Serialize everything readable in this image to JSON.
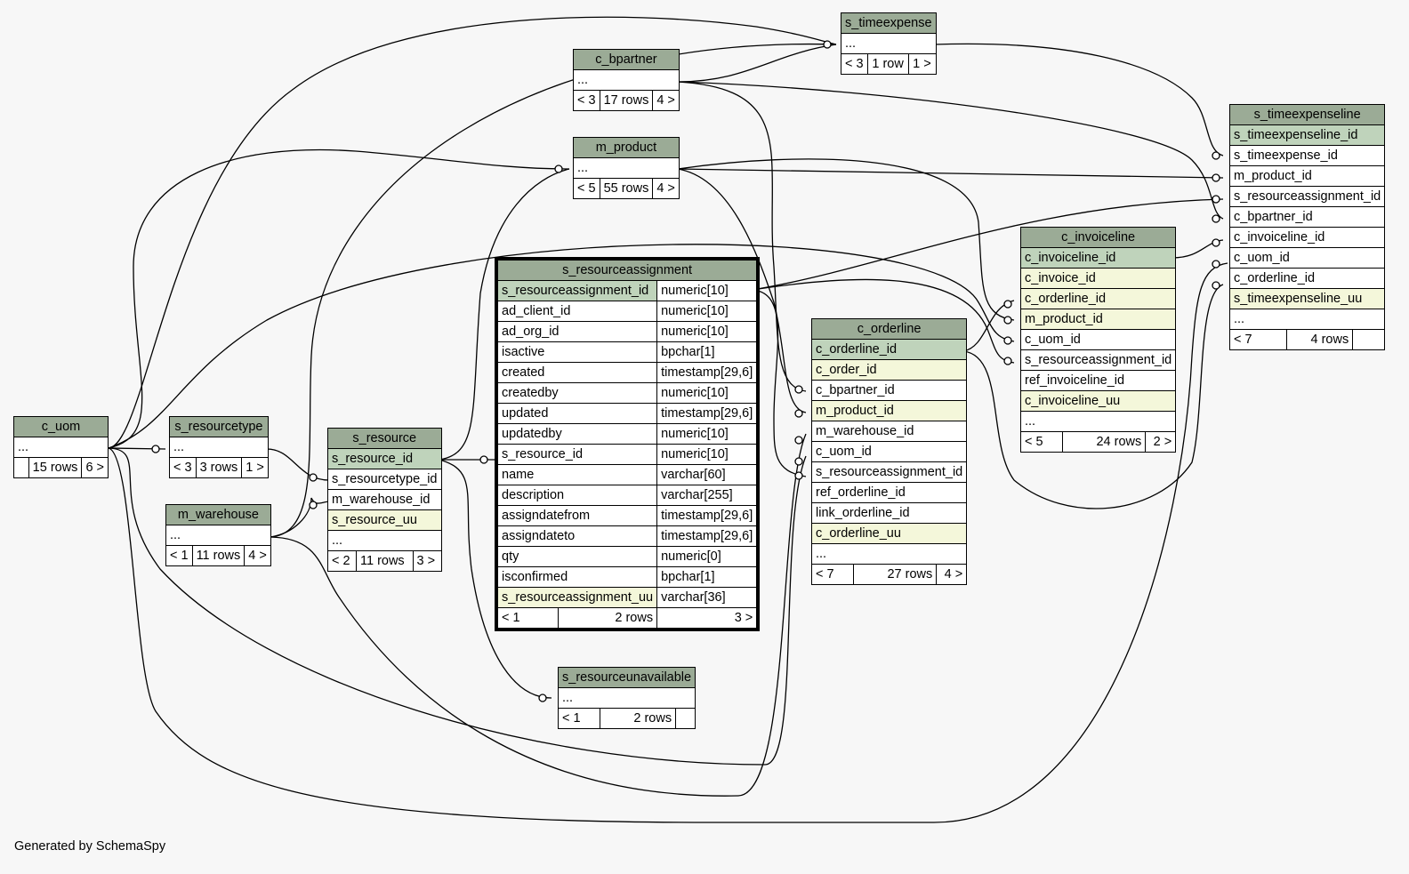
{
  "footer": "Generated by SchemaSpy",
  "tables": {
    "c_uom": {
      "name": "c_uom",
      "cells": [
        "...",
        "",
        "15 rows",
        "6 >"
      ]
    },
    "s_resourcetype": {
      "name": "s_resourcetype",
      "cells": [
        "...",
        "< 3",
        "3 rows",
        "1 >"
      ]
    },
    "m_warehouse": {
      "name": "m_warehouse",
      "cells": [
        "...",
        "< 1",
        "11 rows",
        "4 >"
      ]
    },
    "s_resource": {
      "name": "s_resource",
      "rows": [
        "s_resource_id",
        "s_resourcetype_id",
        "m_warehouse_id",
        "s_resource_uu",
        "..."
      ],
      "footer": [
        "< 2",
        "11 rows",
        "3 >"
      ]
    },
    "c_bpartner": {
      "name": "c_bpartner",
      "cells": [
        "...",
        "< 3",
        "17 rows",
        "4 >"
      ]
    },
    "m_product": {
      "name": "m_product",
      "cells": [
        "...",
        "< 5",
        "55 rows",
        "4 >"
      ]
    },
    "s_timeexpense": {
      "name": "s_timeexpense",
      "cells": [
        "...",
        "< 3",
        "1 row",
        "1 >"
      ]
    },
    "s_resourceunavailable": {
      "name": "s_resourceunavailable",
      "cells": [
        "...",
        "< 1",
        "2 rows",
        ""
      ]
    },
    "s_resourceassignment": {
      "name": "s_resourceassignment",
      "columns": [
        {
          "name": "s_resourceassignment_id",
          "type": "numeric[10]"
        },
        {
          "name": "ad_client_id",
          "type": "numeric[10]"
        },
        {
          "name": "ad_org_id",
          "type": "numeric[10]"
        },
        {
          "name": "isactive",
          "type": "bpchar[1]"
        },
        {
          "name": "created",
          "type": "timestamp[29,6]"
        },
        {
          "name": "createdby",
          "type": "numeric[10]"
        },
        {
          "name": "updated",
          "type": "timestamp[29,6]"
        },
        {
          "name": "updatedby",
          "type": "numeric[10]"
        },
        {
          "name": "s_resource_id",
          "type": "numeric[10]"
        },
        {
          "name": "name",
          "type": "varchar[60]"
        },
        {
          "name": "description",
          "type": "varchar[255]"
        },
        {
          "name": "assigndatefrom",
          "type": "timestamp[29,6]"
        },
        {
          "name": "assigndateto",
          "type": "timestamp[29,6]"
        },
        {
          "name": "qty",
          "type": "numeric[0]"
        },
        {
          "name": "isconfirmed",
          "type": "bpchar[1]"
        },
        {
          "name": "s_resourceassignment_uu",
          "type": "varchar[36]"
        }
      ],
      "footer": [
        "< 1",
        "2 rows",
        "3 >"
      ]
    },
    "c_orderline": {
      "name": "c_orderline",
      "rows": [
        "c_orderline_id",
        "c_order_id",
        "c_bpartner_id",
        "m_product_id",
        "m_warehouse_id",
        "c_uom_id",
        "s_resourceassignment_id",
        "ref_orderline_id",
        "link_orderline_id",
        "c_orderline_uu",
        "..."
      ],
      "footer": [
        "< 7",
        "27 rows",
        "4 >"
      ]
    },
    "c_invoiceline": {
      "name": "c_invoiceline",
      "rows": [
        "c_invoiceline_id",
        "c_invoice_id",
        "c_orderline_id",
        "m_product_id",
        "c_uom_id",
        "s_resourceassignment_id",
        "ref_invoiceline_id",
        "c_invoiceline_uu",
        "..."
      ],
      "footer": [
        "< 5",
        "24 rows",
        "2 >"
      ]
    },
    "s_timeexpenseline": {
      "name": "s_timeexpenseline",
      "rows": [
        "s_timeexpenseline_id",
        "s_timeexpense_id",
        "m_product_id",
        "s_resourceassignment_id",
        "c_bpartner_id",
        "c_invoiceline_id",
        "c_uom_id",
        "c_orderline_id",
        "s_timeexpenseline_uu",
        "..."
      ],
      "footer": [
        "< 7",
        "4 rows",
        ""
      ]
    }
  }
}
